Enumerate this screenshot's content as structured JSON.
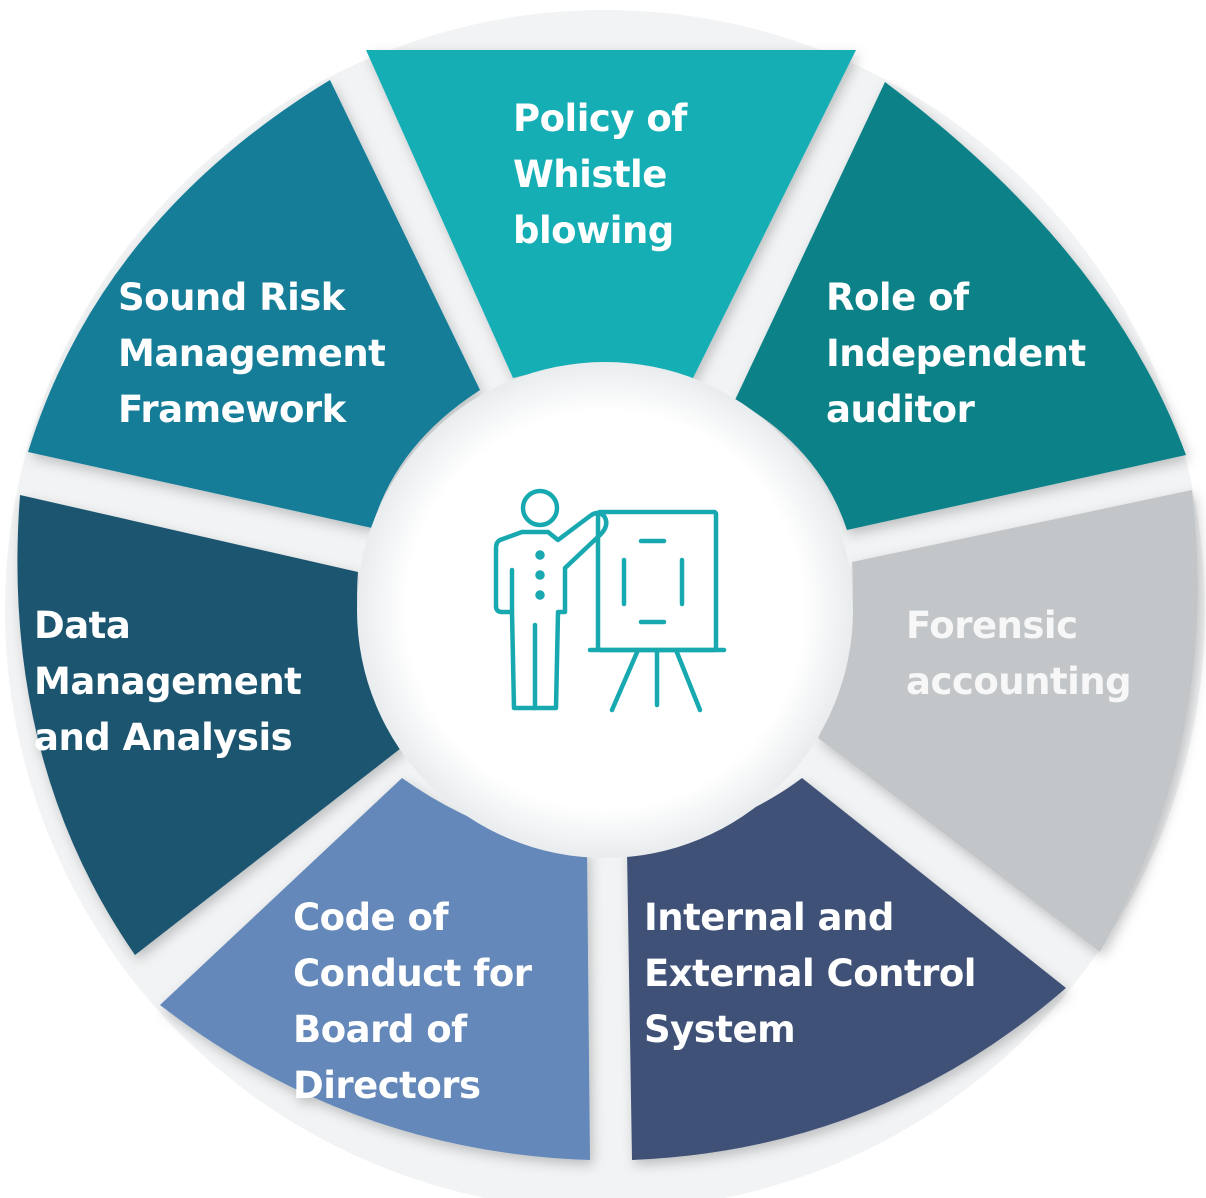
{
  "center_icon": "presenter-at-board-icon",
  "segments": [
    {
      "id": "whistle",
      "label_lines": [
        "Policy of",
        "Whistle",
        "blowing"
      ],
      "color": "#16aeb5"
    },
    {
      "id": "auditor",
      "label_lines": [
        "Role of",
        "Independent",
        "auditor"
      ],
      "color": "#0e8188"
    },
    {
      "id": "forensic",
      "label_lines": [
        "Forensic",
        "accounting"
      ],
      "color": "#c3c6c8"
    },
    {
      "id": "control",
      "label_lines": [
        "Internal and",
        "External Control",
        "System"
      ],
      "color": "#3f5177"
    },
    {
      "id": "conduct",
      "label_lines": [
        "Code of",
        "Conduct for",
        "Board of",
        "Directors"
      ],
      "color": "#6488b9"
    },
    {
      "id": "data",
      "label_lines": [
        "Data",
        "Management",
        "and Analysis"
      ],
      "color": "#1c5570"
    },
    {
      "id": "risk",
      "label_lines": [
        "Sound Risk",
        "Management",
        "Framework"
      ],
      "color": "#127d98"
    }
  ],
  "colors": {
    "icon_stroke": "#18a9b0",
    "ring_background": "#eaeced"
  }
}
